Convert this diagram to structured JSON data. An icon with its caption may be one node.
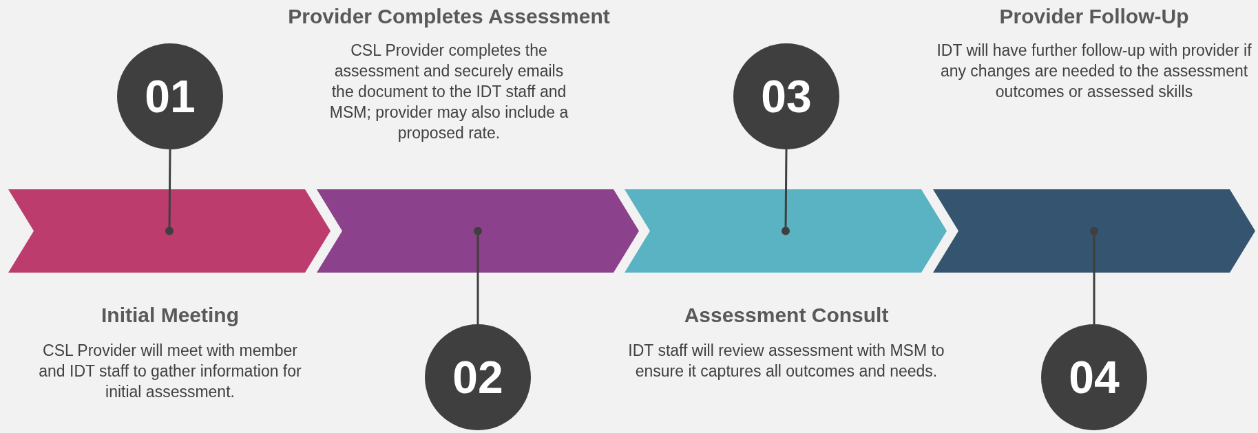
{
  "diagram": {
    "nodes": [
      {
        "text": [
          "01"
        ]
      },
      {
        "text": [
          "02"
        ]
      },
      {
        "text": [
          "03"
        ]
      },
      {
        "text": [
          "04"
        ]
      },
      {
        "text": [],
        "shape": "chevron"
      },
      {
        "text": [],
        "shape": "chevron"
      },
      {
        "text": [],
        "shape": "chevron"
      },
      {
        "text": [],
        "shape": "chevron"
      }
    ],
    "edges": [
      {
        "from": 0,
        "to": 4,
        "arrow": "other"
      },
      {
        "from": 1,
        "to": 5,
        "arrow": "other"
      },
      {
        "from": 2,
        "to": 6,
        "arrow": "other"
      },
      {
        "from": 3,
        "to": 7,
        "arrow": "other"
      }
    ],
    "labels": [
      "Initial Meeting",
      "CSL Provider will meet with member and IDT staff to gather information for initial assessment.",
      "Provider Completes Assessment",
      "CSL Provider completes the assessment and securely emails the document to the IDT staff and MSM; provider may also include a proposed rate.",
      "Assessment Consult",
      "IDT staff will review assessment with MSM to ensure it captures all outcomes and needs.",
      "Provider Follow-Up",
      "IDT will have further follow-up with provider if any changes are needed to the assessment outcomes or assessed skills"
    ]
  }
}
